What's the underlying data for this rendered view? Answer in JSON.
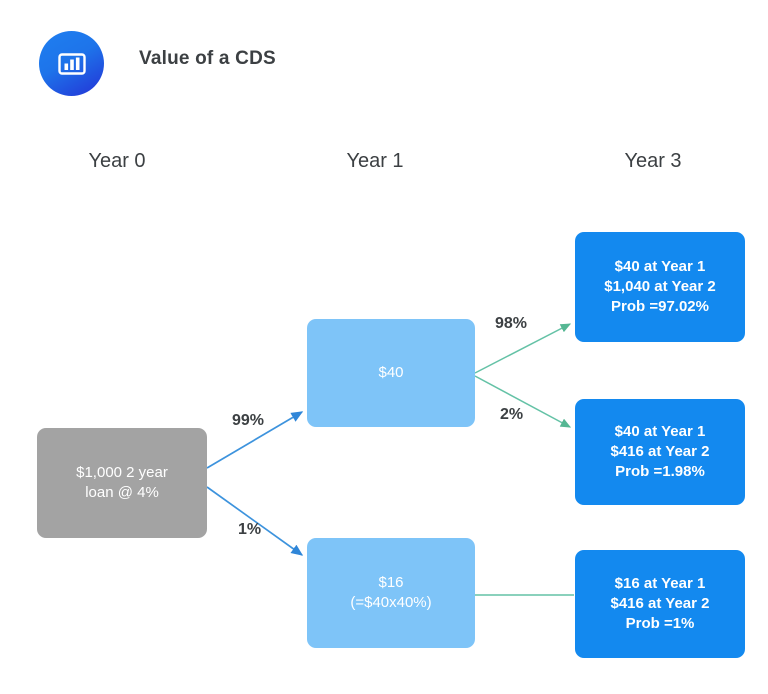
{
  "header": {
    "title": "Value of a CDS",
    "logo_icon": "bar-chart-icon"
  },
  "columns": [
    {
      "label": "Year 0"
    },
    {
      "label": "Year 1"
    },
    {
      "label": "Year 3"
    }
  ],
  "nodes": {
    "root": {
      "line1": "$1,000  2 year",
      "line2": "loan @ 4%",
      "color": "#a3a3a3"
    },
    "year1_up": {
      "line1": "$40",
      "color": "#7ec4f8"
    },
    "year1_down": {
      "line1": "$16",
      "line2": "(=$40x40%)",
      "color": "#7ec4f8"
    },
    "outcome1": {
      "line1": "$40 at Year 1",
      "line2": "$1,040 at Year 2",
      "line3": "Prob =97.02%",
      "color": "#1389ef"
    },
    "outcome2": {
      "line1": "$40 at Year 1",
      "line2": "$416 at Year 2",
      "line3": "Prob =1.98%",
      "color": "#1389ef"
    },
    "outcome3": {
      "line1": "$16 at Year 1",
      "line2": "$416 at Year 2",
      "line3": "Prob =1%",
      "color": "#1389ef"
    }
  },
  "edges": {
    "root_to_up": {
      "label": "99%",
      "color": "#3d93dd"
    },
    "root_to_down": {
      "label": "1%",
      "color": "#3d93dd"
    },
    "up_to_out1": {
      "label": "98%",
      "color": "#64c2a6"
    },
    "up_to_out2": {
      "label": "2%",
      "color": "#64c2a6"
    },
    "down_to_out3": {
      "label": "",
      "color": "#64c2a6"
    }
  },
  "chart_data": {
    "type": "diagram",
    "title": "Value of a CDS",
    "stages": [
      "Year 0",
      "Year 1",
      "Year 3"
    ],
    "tree": [
      {
        "stage": "Year 0",
        "node": "$1,000  2 year loan @ 4%",
        "branches": [
          {
            "probability": "99%",
            "to": "$40"
          },
          {
            "probability": "1%",
            "to": "$16 (=$40x40%)"
          }
        ]
      },
      {
        "stage": "Year 1",
        "node": "$40",
        "branches": [
          {
            "probability": "98%",
            "to": "$40 at Year 1 / $1,040 at Year 2 / Prob =97.02%"
          },
          {
            "probability": "2%",
            "to": "$40 at Year 1 / $416 at Year 2 / Prob =1.98%"
          }
        ]
      },
      {
        "stage": "Year 1",
        "node": "$16 (=$40x40%)",
        "branches": [
          {
            "probability": "",
            "to": "$16 at Year 1 / $416 at Year 2 / Prob =1%"
          }
        ]
      }
    ]
  }
}
